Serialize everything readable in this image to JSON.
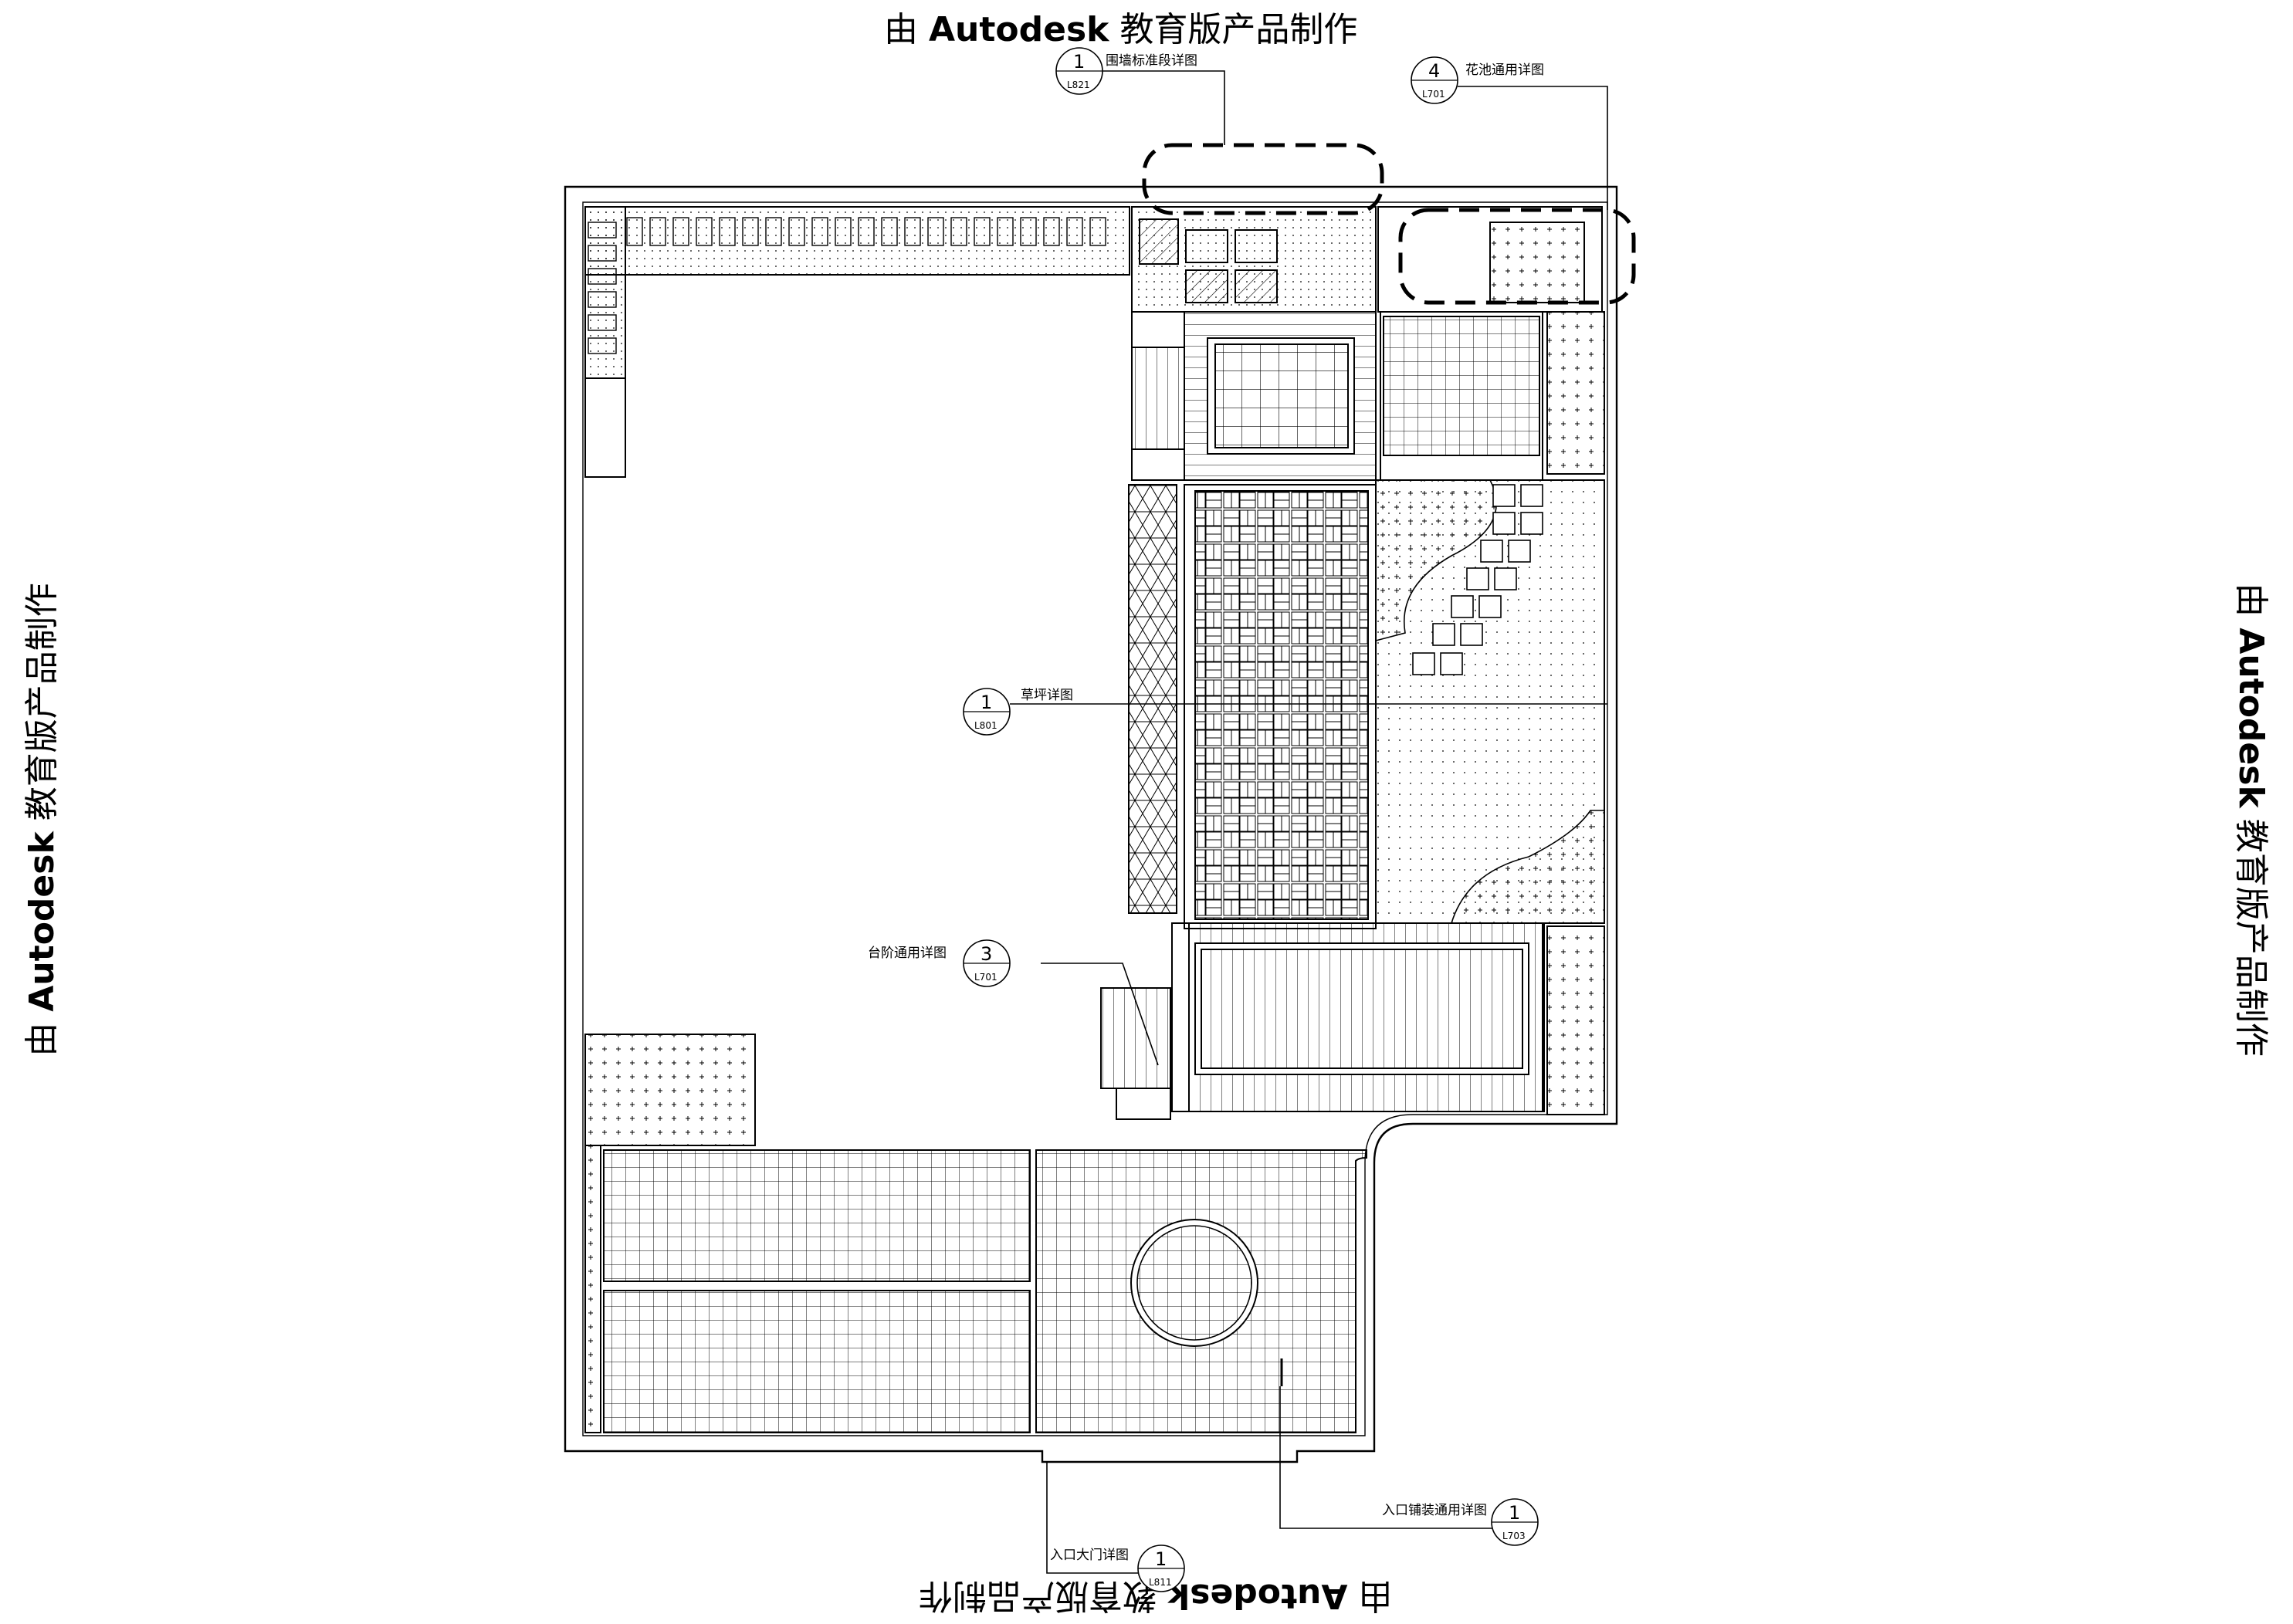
{
  "watermark": {
    "prefix": "由",
    "brand": "Autodesk",
    "suffix": "教育版产品制作"
  },
  "callouts": [
    {
      "id": "wall",
      "label": "围墙标准段详图",
      "number": "1",
      "sheet": "L821"
    },
    {
      "id": "planter",
      "label": "花池通用详图",
      "number": "4",
      "sheet": "L701"
    },
    {
      "id": "lawn",
      "label": "草坪详图",
      "number": "1",
      "sheet": "L801"
    },
    {
      "id": "steps",
      "label": "台阶通用详图",
      "number": "3",
      "sheet": "L701"
    },
    {
      "id": "paving",
      "label": "入口铺装通用详图",
      "number": "1",
      "sheet": "L703"
    },
    {
      "id": "gate",
      "label": "入口大门详图",
      "number": "1",
      "sheet": "L811"
    }
  ],
  "colors": {
    "line": "#000000",
    "background": "#ffffff"
  }
}
